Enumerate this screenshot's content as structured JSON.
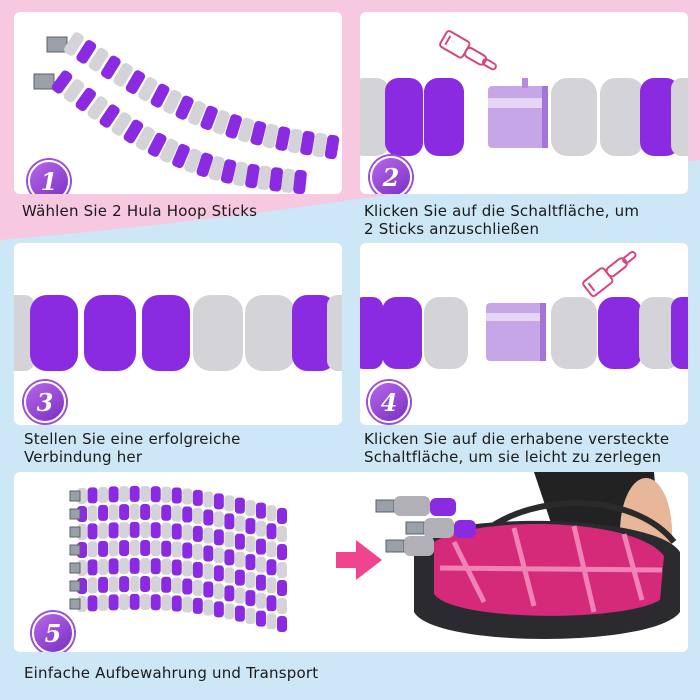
{
  "colors": {
    "purple": "#8a2be2",
    "purple_light": "#b77be8",
    "grey": "#d4d4d8",
    "pink_bg": "#f6c9e1",
    "blue_bg": "#cde7f7",
    "arrow_pink": "#f0458e"
  },
  "steps": [
    {
      "number": "1",
      "caption": "Wählen Sie 2 Hula Hoop Sticks",
      "caption_lines": [
        "Wählen Sie 2 Hula Hoop Sticks"
      ]
    },
    {
      "number": "2",
      "caption_lines": [
        "Klicken Sie auf die Schaltfläche, um",
        "2 Sticks anzuschließen"
      ]
    },
    {
      "number": "3",
      "caption_lines": [
        "Stellen Sie eine erfolgreiche",
        "Verbindung her"
      ]
    },
    {
      "number": "4",
      "caption_lines": [
        "Klicken Sie auf die erhabene versteckte",
        "Schaltfläche, um sie leicht zu zerlegen"
      ]
    },
    {
      "number": "5",
      "caption_lines": [
        "Einfache Aufbewahrung und Transport"
      ]
    }
  ],
  "icons": {
    "press_hand": "pointing-hand-icon",
    "arrow": "right-arrow-icon"
  }
}
